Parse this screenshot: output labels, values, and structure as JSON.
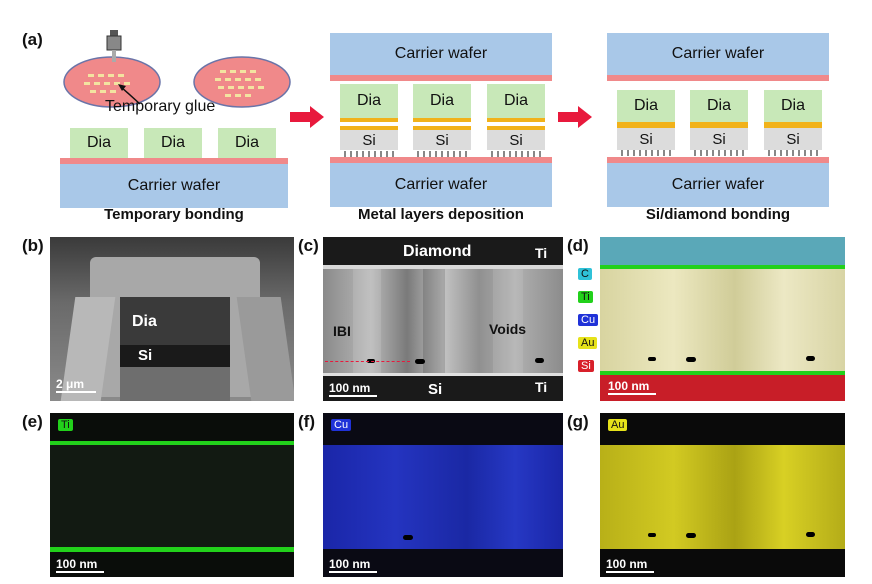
{
  "panel_a": {
    "label": "(a)",
    "glue_label": "Temporary glue",
    "carrier": "Carrier wafer",
    "dia": "Dia",
    "si": "Si",
    "captions": [
      "Temporary bonding",
      "Metal layers deposition",
      "Si/diamond bonding"
    ]
  },
  "panel_b": {
    "label": "(b)",
    "dia": "Dia",
    "si": "Si",
    "scale": "2 μm"
  },
  "panel_c": {
    "label": "(c)",
    "diamond": "Diamond",
    "si": "Si",
    "ti_top": "Ti",
    "ti_bottom": "Ti",
    "ibi": "IBI",
    "voids": "Voids",
    "scale": "100 nm"
  },
  "panel_d": {
    "label": "(d)",
    "legend": [
      "C",
      "Ti",
      "Cu",
      "Au",
      "Si"
    ],
    "scale": "100 nm"
  },
  "panel_e": {
    "label": "(e)",
    "tag": "Ti",
    "scale": "100 nm"
  },
  "panel_f": {
    "label": "(f)",
    "tag": "Cu",
    "scale": "100 nm"
  },
  "panel_g": {
    "label": "(g)",
    "tag": "Au",
    "scale": "100 nm"
  },
  "colors": {
    "wafer": "#a9c8e8",
    "glue": "#f0898a",
    "diamond": "#c8e8b8",
    "gold": "#f1b21a",
    "arrow": "#e8193c",
    "C": "#2fc2d8",
    "Ti": "#22d11b",
    "Cu": "#2032d8",
    "Au": "#e6e21a",
    "Si": "#d8202a"
  }
}
